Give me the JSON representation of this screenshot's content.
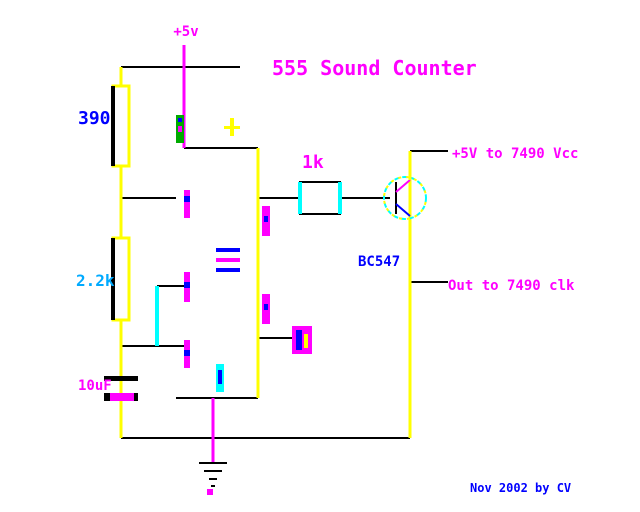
{
  "diagram": {
    "title": "555 Sound Counter",
    "labels": {
      "vcc": "+5v",
      "r1": "390",
      "r2": "2.2k",
      "c1": "10uF",
      "resistor_out": "1k",
      "transistor": "BC547",
      "output_top": "+5V to 7490 Vcc",
      "output_bottom": "Out to 7490 clk",
      "credit": "Nov 2002 by CV"
    },
    "colors": {
      "wire": "#000000",
      "yellow": "#ffff00",
      "magenta": "#ff00ff",
      "cyan": "#00ffff",
      "blue": "#0000ff"
    }
  }
}
